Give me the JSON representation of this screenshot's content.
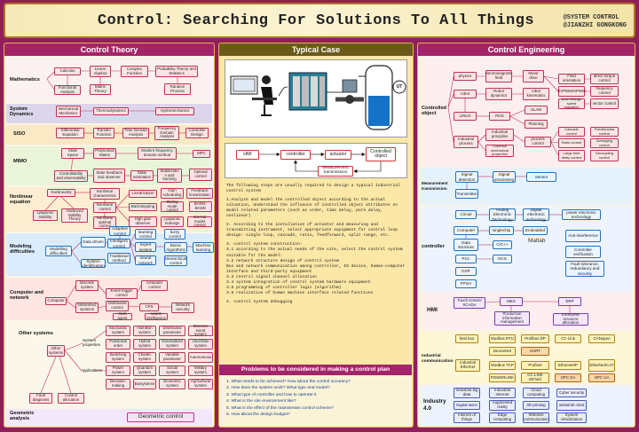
{
  "title": "Control: Searching For Solutions To All Things",
  "credit": [
    "@SYSTEM CONTROL",
    "@JIANZHI GONGKONG"
  ],
  "theory": {
    "header": "Control Theory",
    "math": {
      "label": "Mathematics",
      "calculus": "Calculus",
      "functional": "Functional Analysis",
      "linear": "Linear Algebra",
      "matrix": "Matrix Theory",
      "complex": "Complex Function",
      "probability": "Probability Theory and Statistics",
      "random": "Random Process"
    },
    "sysdyn": {
      "label": "System Dynamics",
      "mech": "Mechanical Mechanics",
      "thermo": "Thermodynamics",
      "hydro": "Hydromechanics"
    },
    "siso": {
      "label": "SISO",
      "diffeq": "Differential Equation",
      "tf": "Transfer Function",
      "tdomain": "Time Domain Analysis",
      "fdomain": "Frequency Domain Analysis",
      "ctrldesign": "Controller Design"
    },
    "mimo": {
      "label": "MIMO",
      "statespace": "State Space",
      "poly": "Polynomial Matrix",
      "modernfd": "Modern frequency domain method",
      "mpc": "MPC",
      "ctrlobs": "Controllability and observability",
      "statefb": "State feedback and observer",
      "stateest": "State estimation",
      "stabil": "Stabilizatio n and tracking",
      "optimal": "Optimal control"
    },
    "nonlin": {
      "label": "Nonlinear equation",
      "nonlinearity": "Nonlinearity",
      "nlchar": "Nonlinear characteristic",
      "lyap": "Lyapunov stability",
      "advstab": "Advanced stability Theory",
      "nlctrl": "Nonlinear control",
      "nloptimal": "Nonlinear optimal control",
      "linearization": "Linearization",
      "gain": "Gain scheduling",
      "fblin": "Feedback linearization",
      "backstep": "Backstepping",
      "sliding": "Sliding mode control",
      "bangbang": "BANG-BANG",
      "highgain": "High gain observer",
      "lyapred": "Lyapunov redesign",
      "internal": "Internal model control"
    },
    "model": {
      "label": "Modeling difficulties",
      "modelling": "Modelling difficulties",
      "datadriven": "Data driven",
      "sysid": "System identification",
      "adaptive": "Adaptive control",
      "intelligent": "Intelligent control",
      "traditional": "Traditional method",
      "learning": "learning control",
      "fuzzy": "fuzzy control",
      "expert": "expert system",
      "bionic": "Bionic Algorithms",
      "neural": "neural network",
      "hierarchical": "Hierarchical control",
      "ml": "Machine learning"
    },
    "network": {
      "label": "Computer and network",
      "computer": "Computer",
      "discrete": "Discrete system",
      "eventtrig": "Event trigger control",
      "computerctrl": "computer control",
      "networked": "Networked systems",
      "distributed": "Distributed control",
      "multiagent": "Multi agent",
      "cps": "CPS",
      "netsec": "Network security",
      "swarm": "swarm intelligence"
    },
    "other": {
      "label": "Other systems",
      "othersys": "Other systems",
      "sysprops": "System properties",
      "applications": "Applications",
      "fault": "Fault diagnosis",
      "ctrlalloc": "Control allocation",
      "stochastic": "Stochastic system",
      "hamilton": "Hamilton system",
      "distparam": "Distributed parameter",
      "discreteevent": "Discrete event system",
      "fractional": "Fractional order",
      "hybrid": "Hybrid system",
      "generalized": "Generalized system",
      "uncertain": "Uncertain system",
      "switching": "Switching system",
      "chaotic": "Chaotic system",
      "variable": "Variable parameter",
      "autonomous": "Autonomous",
      "power": "Power system",
      "quantum": "Quantum system",
      "social": "Social system",
      "military": "Military system",
      "decision": "Decision-making",
      "biosystems": "Biosystems",
      "economic": "Economic system",
      "agricultural": "Agricultural system"
    },
    "geo": {
      "label": "Geometric analysis",
      "geoctrl": "Geometric control"
    }
  },
  "typical": {
    "header": "Typical Case",
    "diagram": {
      "hmi": "HMI",
      "controller": "controller",
      "actuator": "actuator",
      "object": "Controlled object",
      "measure": "Measurement transmission",
      "ut": "UT"
    },
    "steps": [
      "The following steps are usually required to design a typical industrial control system",
      "",
      "1.Analyze and model the controlled object according to the actual situation, Understand the influence of controlled object attributes on model related parameters (such as order, time delay, pure delay, nonlinear)",
      "",
      "2. According to the installation of actuator and measuring and transmitting instrument, select appropriate equipment for control loop design: single loop, cascade, ratio, feedforward, split range, etc.",
      "",
      "3. control system construction:",
      "3.1 according to the actual needs of the site, select the control system suitable for the model:",
      "3.2 network structure design of control system",
      "Bus and network communication among controller, IO device, human-computer interface and third-party equipment",
      "3.3 control signal channel allocation",
      "3.4 system integration of control system hardware equipment",
      "3.5 programming of controller logic (algorithm)",
      "3.6 realization of human machine interface related functions",
      "",
      "4. control system debugging"
    ],
    "problems_header": "Problems to be considered in making a control plan",
    "problems": [
      "1. What needs to be achieved? How about the control accuracy?",
      "2. How does the system work? What type and model?",
      "3. What type of controller and how to operate it",
      "4. What is the site environment like?",
      "5. What is the effect of the mainstream control scheme?",
      "6. How about the design budget?"
    ]
  },
  "engineering": {
    "header": "Control Engineering",
    "object": {
      "label": "Controlled object",
      "physics": "physics",
      "emfield": "electromagnetic field",
      "motordrive": "Motor drive",
      "fieldorient": "Field orientation",
      "directtorque": "direct torque control",
      "robot": "robot",
      "robotdyn": "Robot dynamics",
      "robotkin": "robot kinematics",
      "svpwm": "SVPWM/SPWM",
      "freqctrl": "frequency control",
      "posechange": "pose change speed regulation",
      "vectorctrl": "vector control",
      "linux": "LINUX",
      "ros": "ROS",
      "slam": "SLAM",
      "planning": "Planning",
      "industrial": "Industrial process",
      "principles": "Industrial principles",
      "chemmech": "Common mechanical properties",
      "processctrl": "process control",
      "cascade": "Cascade control",
      "feedforward": "Feedforward control",
      "ratio": "Ratio control",
      "averaging": "Averaging control",
      "largetime": "Large time delay control",
      "decoupling": "Decoupling control"
    },
    "measure": {
      "label": "Measurement transmission",
      "signaldet": "Signal detection",
      "signalproc": "Signal processing",
      "sensor": "Sensor",
      "transmitter": "Transmitter"
    },
    "controller": {
      "label": "controller",
      "circuit": "Circuit",
      "analog": "Analog Electronic Technology",
      "digital": "Digital electronic technology",
      "power": "power electronic technology",
      "computer": "Computer",
      "singlechip": "singlechip",
      "embedded": "Embedded",
      "antiinterf": "Anti-interference",
      "datastruct": "Data structure",
      "cpp": "C/C++",
      "matlab": "Matlab",
      "ctrlverify": "Controller verification",
      "plc": "PLC",
      "dcs": "DCS",
      "faulttol": "Fault tolerance, redundancy and security",
      "dsp": "DSP",
      "fpga": "FPGA"
    },
    "hmi": {
      "label": "HMI",
      "touch": "Touch screen/ SCADA",
      "mes": "MES",
      "erp": "ERP",
      "prodinfo": "Production information management",
      "enterprise": "Enterprise resource allocation"
    },
    "comm": {
      "label": "Industrial communication",
      "fieldbus": "field bus",
      "modbusrtu": "Modbus RTU",
      "profibusdp": "Profibus DP",
      "cclink": "CC-Link",
      "canopen": "CANopen",
      "devicenet": "DeviceNet",
      "hart": "HART",
      "indeth": "Industrial Ethernet",
      "modbustcp": "Modbus TCP",
      "profinet": "Profinet",
      "ethip": "Ethernet/IP",
      "ethercat": "EtherNet/CAT",
      "powerlink": "POWERLINK",
      "cclinkie": "CC-LINK IEField",
      "opcda": "OPC DA",
      "opcua": "OPC UA"
    },
    "i40": {
      "label": "Industry 4.0",
      "bigdata": "Industrial big data",
      "indinternet": "Industrial Internet",
      "cloud": "Cloud computing",
      "cyber": "Cyber security",
      "twins": "Digital twins",
      "ar": "Augmented reality",
      "print3d": "3D printing",
      "indrobot": "Industrial robot",
      "iot": "Internet of things",
      "edge": "Edge computing",
      "wireless": "Wireless communication",
      "sysvirt": "System virtualization"
    }
  }
}
